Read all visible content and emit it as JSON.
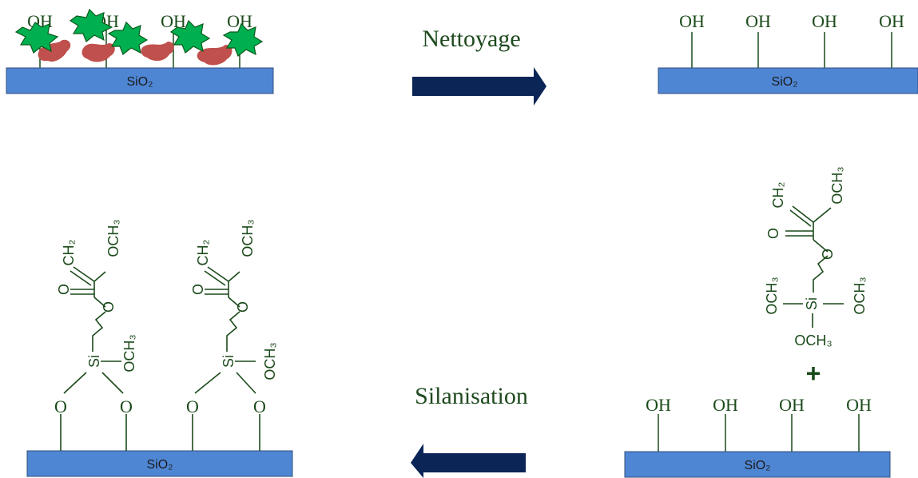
{
  "colors": {
    "substrate": "#4f86d4",
    "substrate_border": "#2f4f7a",
    "arrow": "#0c2557",
    "molecule": "#1a4a1a",
    "contaminant_green": "#00b050",
    "contaminant_red": "#c0504d",
    "step_label": "#1e4a1e"
  },
  "icons": {
    "contaminant_a": "green-blob-icon",
    "contaminant_b": "red-blob-icon",
    "arrow": "block-arrow-icon"
  },
  "substrate_label": "SiO₂",
  "hydroxyl_label": "OH",
  "oxygen_label": "O",
  "silicon_label": "Si",
  "methylene_label": "CH₂",
  "methoxy_label": "OCH₃",
  "plus_label": "+",
  "steps": {
    "cleaning": "Nettoyage",
    "silanisation": "Silanisation"
  }
}
